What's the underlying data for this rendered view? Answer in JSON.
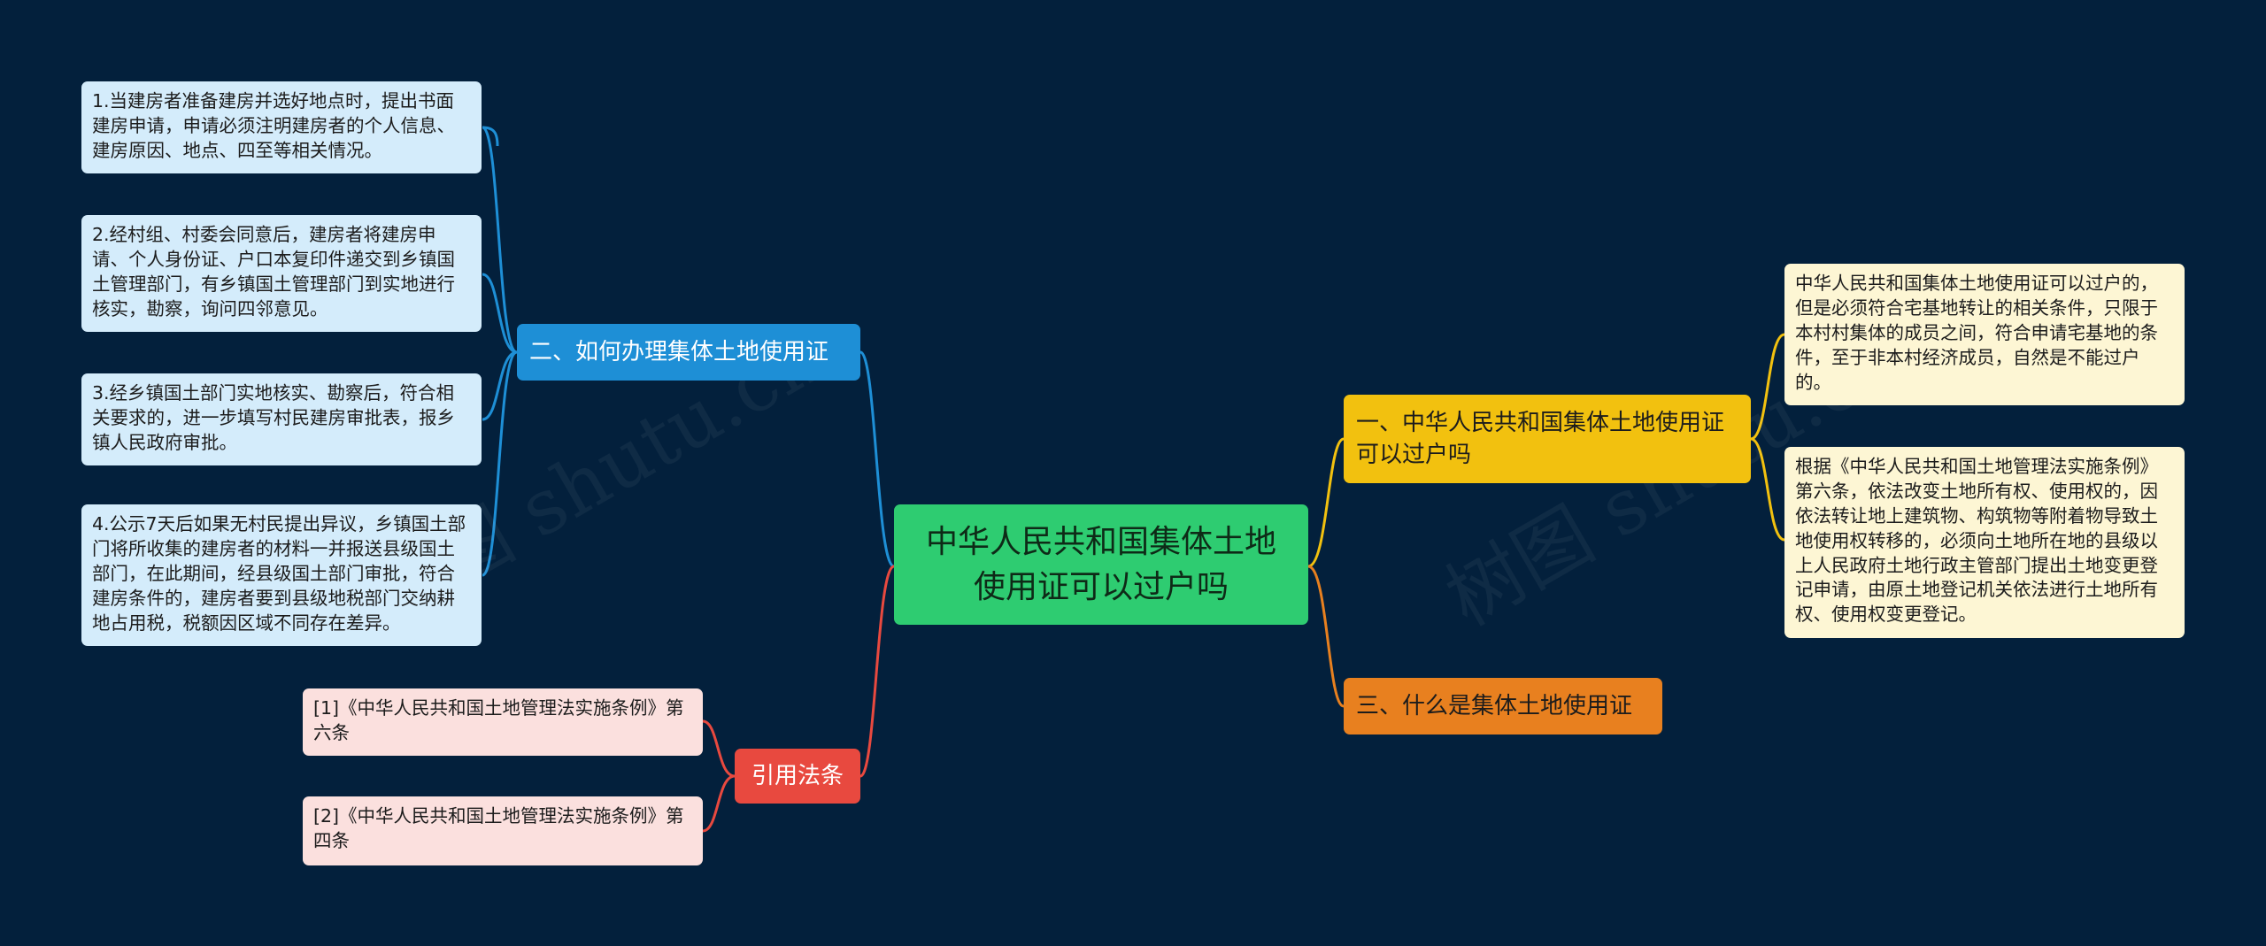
{
  "root": {
    "label": "中华人民共和国集体土地使用证可以过户吗"
  },
  "branches": {
    "b1": {
      "label": "二、如何办理集体土地使用证"
    },
    "b2": {
      "label": "引用法条"
    },
    "b3": {
      "label": "一、中华人民共和国集体土地使用证可以过户吗"
    },
    "b4": {
      "label": "三、什么是集体土地使用证"
    }
  },
  "leaves": {
    "l1": {
      "text": "1.当建房者准备建房并选好地点时，提出书面建房申请，申请必须注明建房者的个人信息、建房原因、地点、四至等相关情况。"
    },
    "l2": {
      "text": "2.经村组、村委会同意后，建房者将建房申请、个人身份证、户口本复印件递交到乡镇国土管理部门，有乡镇国土管理部门到实地进行核实，勘察，询问四邻意见。"
    },
    "l3": {
      "text": "3.经乡镇国土部门实地核实、勘察后，符合相关要求的，进一步填写村民建房审批表，报乡镇人民政府审批。"
    },
    "l4": {
      "text": "4.公示7天后如果无村民提出异议，乡镇国土部门将所收集的建房者的材料一并报送县级国土部门，在此期间，经县级国土部门审批，符合建房条件的，建房者要到县级地税部门交纳耕地占用税，税额因区域不同存在差异。"
    },
    "l5": {
      "text": "[1]《中华人民共和国土地管理法实施条例》第六条"
    },
    "l6": {
      "text": "[2]《中华人民共和国土地管理法实施条例》第四条"
    },
    "l7": {
      "text": "中华人民共和国集体土地使用证可以过户的，但是必须符合宅基地转让的相关条件，只限于本村村集体的成员之间，符合申请宅基地的条件，至于非本村经济成员，自然是不能过户的。"
    },
    "l8": {
      "text": "根据《中华人民共和国土地管理法实施条例》第六条，依法改变土地所有权、使用权的，因依法转让地上建筑物、构筑物等附着物导致土地使用权转移的，必须向土地所在地的县级以上人民政府土地行政主管部门提出土地变更登记申请，由原土地登记机关依法进行土地所有权、使用权变更登记。"
    }
  },
  "watermark": {
    "text": "树图 shutu.cn"
  },
  "colors": {
    "background": "#03203c",
    "root": "#2ecc71",
    "blue": "#1e8fd6",
    "red": "#e8493f",
    "yellow": "#f2c10f",
    "orange": "#e8801f"
  }
}
